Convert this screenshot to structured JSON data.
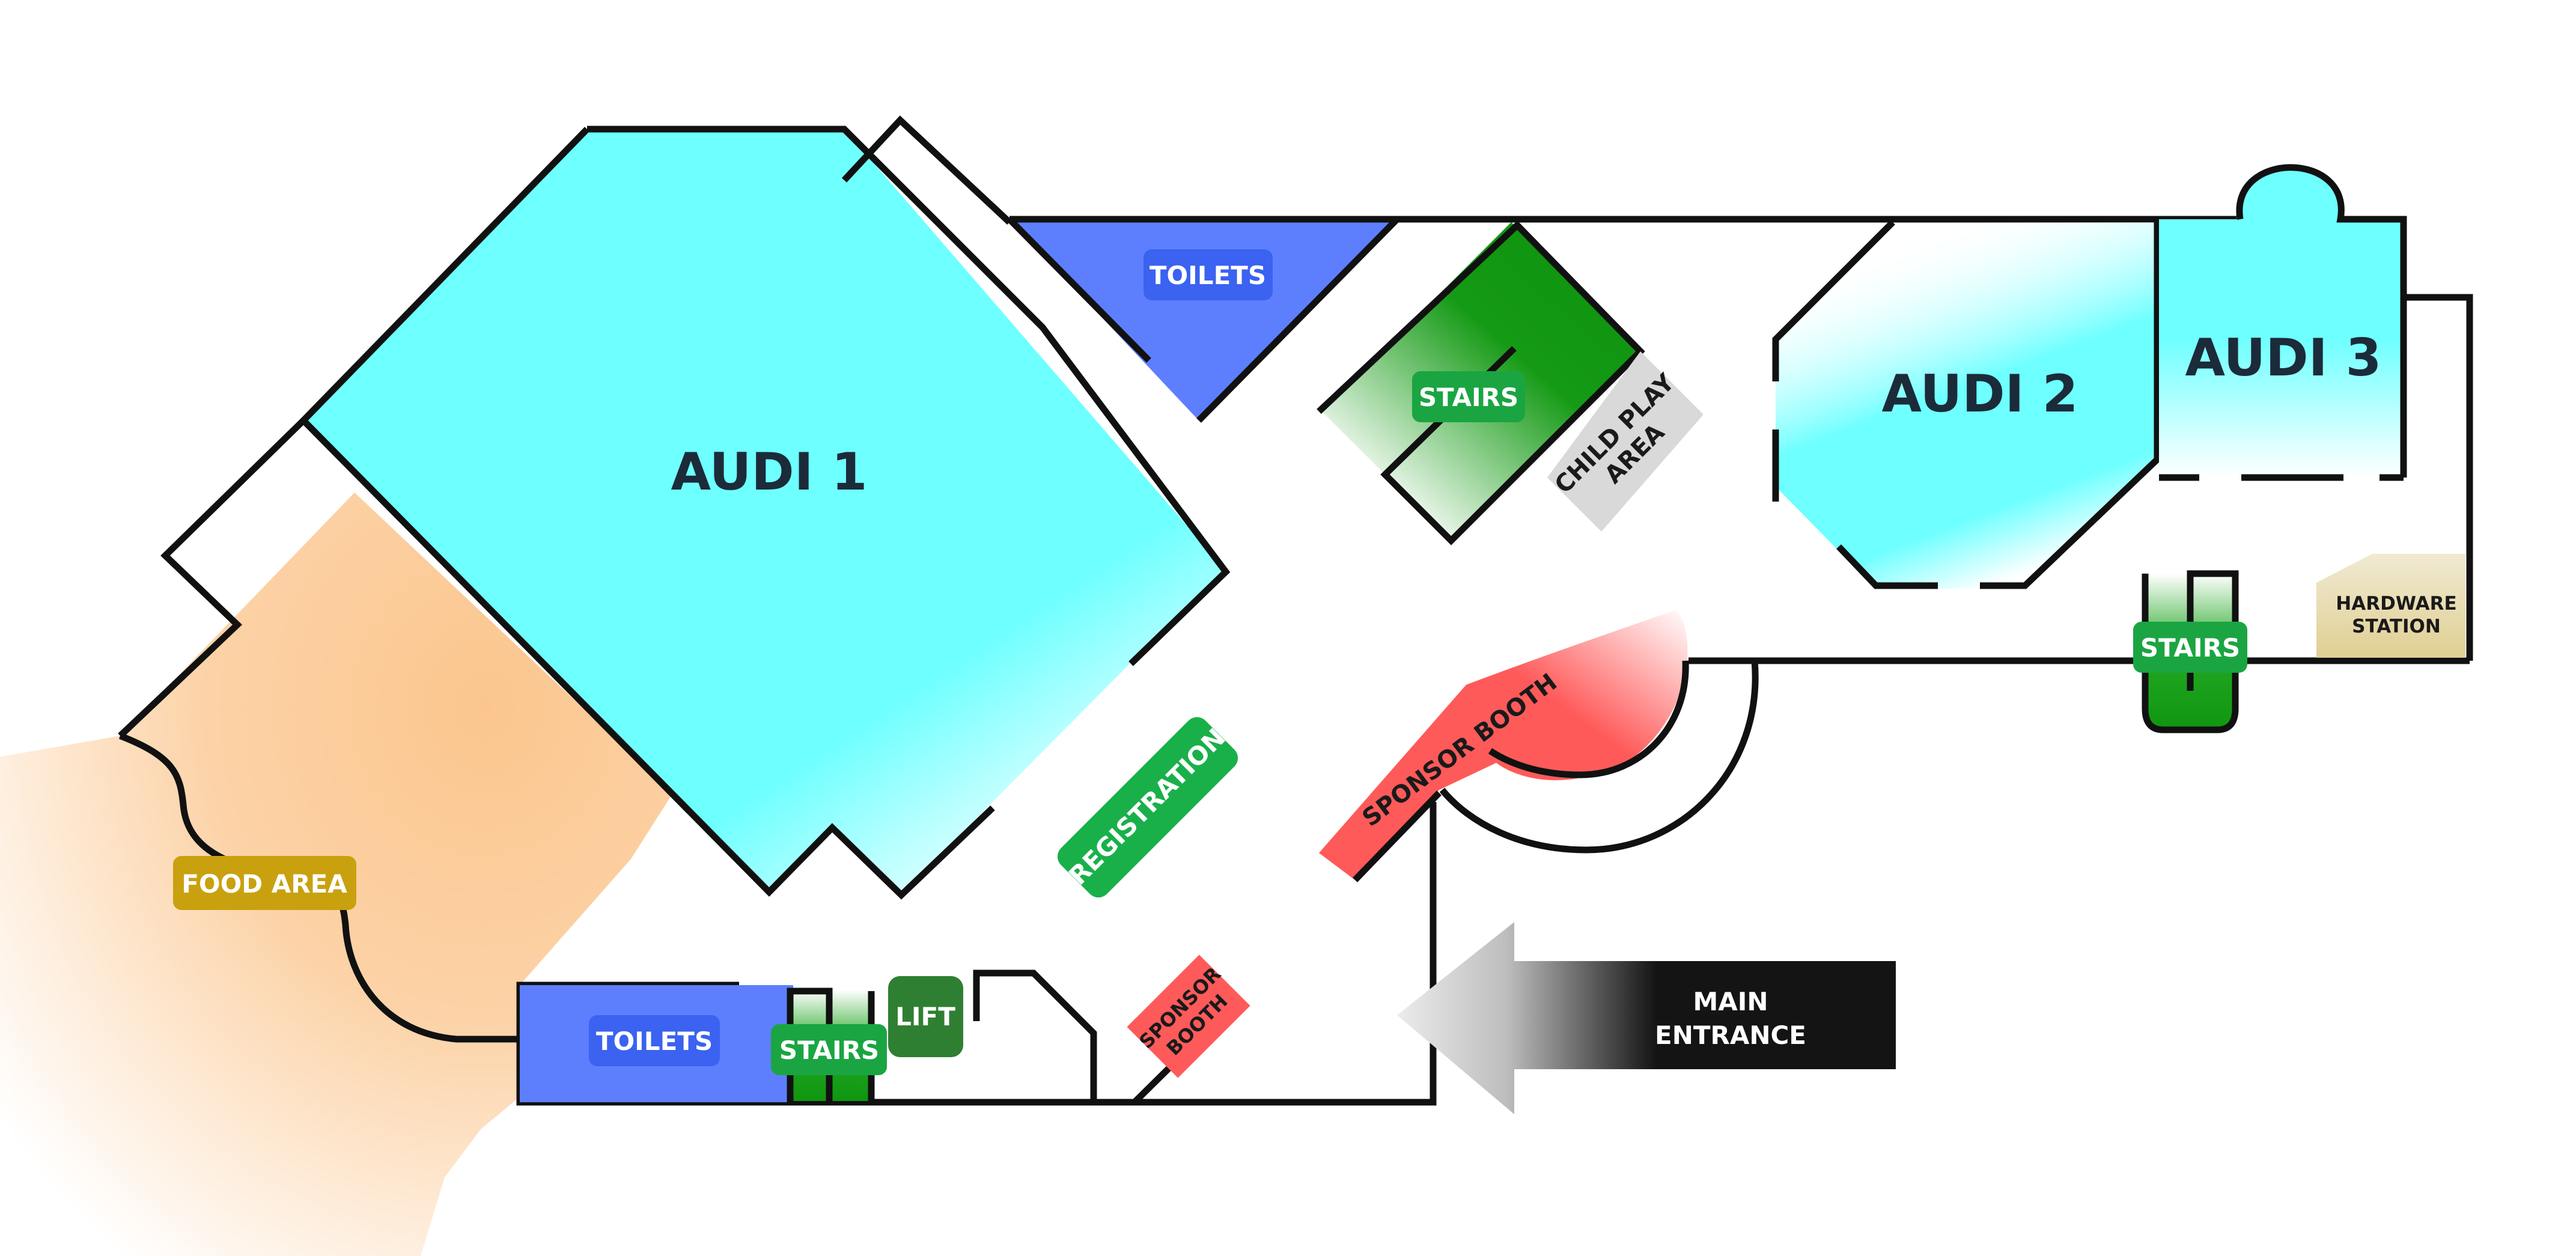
{
  "colors": {
    "audi": "#6effff",
    "toilets": "#5d7ffe",
    "toilets_badge": "#3b62f0",
    "stairs": "#159a15",
    "stairs_badge": "#1aa542",
    "lift": "#2f7f33",
    "food_area": "#fbc68e",
    "food_badge": "#c9a10f",
    "registration": "#19b04a",
    "sponsor": "#ff5a5a",
    "child_play": "#d9d9d9",
    "hardware": "#e3d6a3",
    "entrance": "#141414",
    "wall": "#111111"
  },
  "rooms": {
    "audi1": "AUDI 1",
    "audi2": "AUDI 2",
    "audi3": "AUDI 3",
    "toilets_top": "TOILETS",
    "toilets_bottom": "TOILETS",
    "stairs_center": "STAIRS",
    "stairs_right": "STAIRS",
    "stairs_bottom": "STAIRS",
    "lift": "LIFT",
    "food_area": "FOOD AREA",
    "registration": "REGISTRATION",
    "sponsor_booth_large": "SPONSOR BOOTH",
    "sponsor_booth_small_line1": "SPONSOR",
    "sponsor_booth_small_line2": "BOOTH",
    "child_play_line1": "CHILD PLAY",
    "child_play_line2": "AREA",
    "hardware_line1": "HARDWARE",
    "hardware_line2": "STATION",
    "entrance_line1": "MAIN",
    "entrance_line2": "ENTRANCE"
  }
}
